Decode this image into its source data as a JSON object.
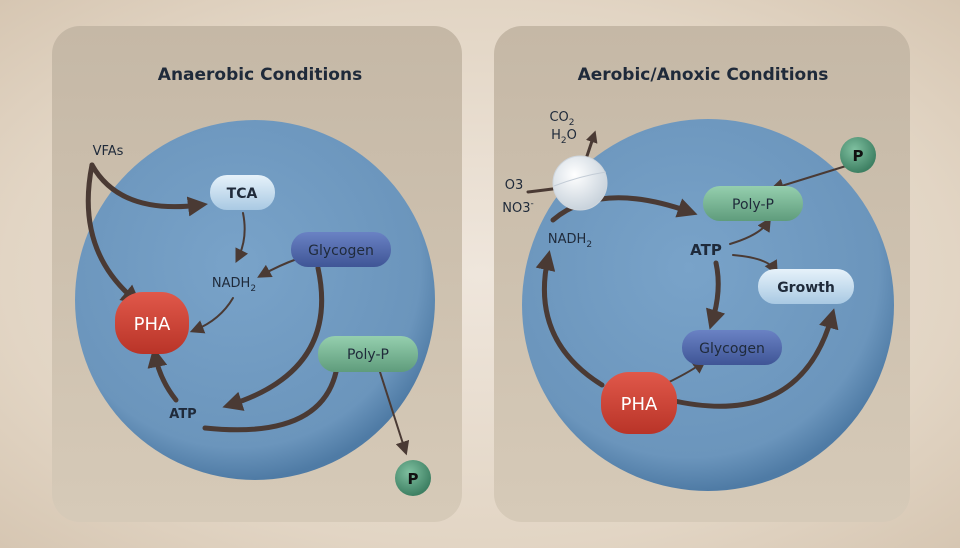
{
  "left": {
    "title": "Anaerobic Conditions",
    "vfas": "VFAs",
    "tca": "TCA",
    "glycogen": "Glycogen",
    "nadh": "NADH",
    "nadh_sub": "2",
    "pha": "PHA",
    "polyp": "Poly-P",
    "atp": "ATP",
    "p": "P"
  },
  "right": {
    "title": "Aerobic/Anoxic Conditions",
    "co2": "CO",
    "co2_sub": "2",
    "h2o_h": "H",
    "h2o_sub": "2",
    "h2o_o": "O",
    "o3": "O3",
    "no3": "NO3",
    "no3_sup": "-",
    "nadh": "NADH",
    "nadh_sub": "2",
    "p": "P",
    "polyp": "Poly-P",
    "atp": "ATP",
    "growth": "Growth",
    "glycogen": "Glycogen",
    "pha": "PHA"
  },
  "colors": {
    "cell": "#6e98bf",
    "pha": "#d2473a",
    "glycogen": "#4f68ad",
    "polyp": "#79b595",
    "tca": "#c6dff0",
    "arrow": "#4a3a34"
  }
}
